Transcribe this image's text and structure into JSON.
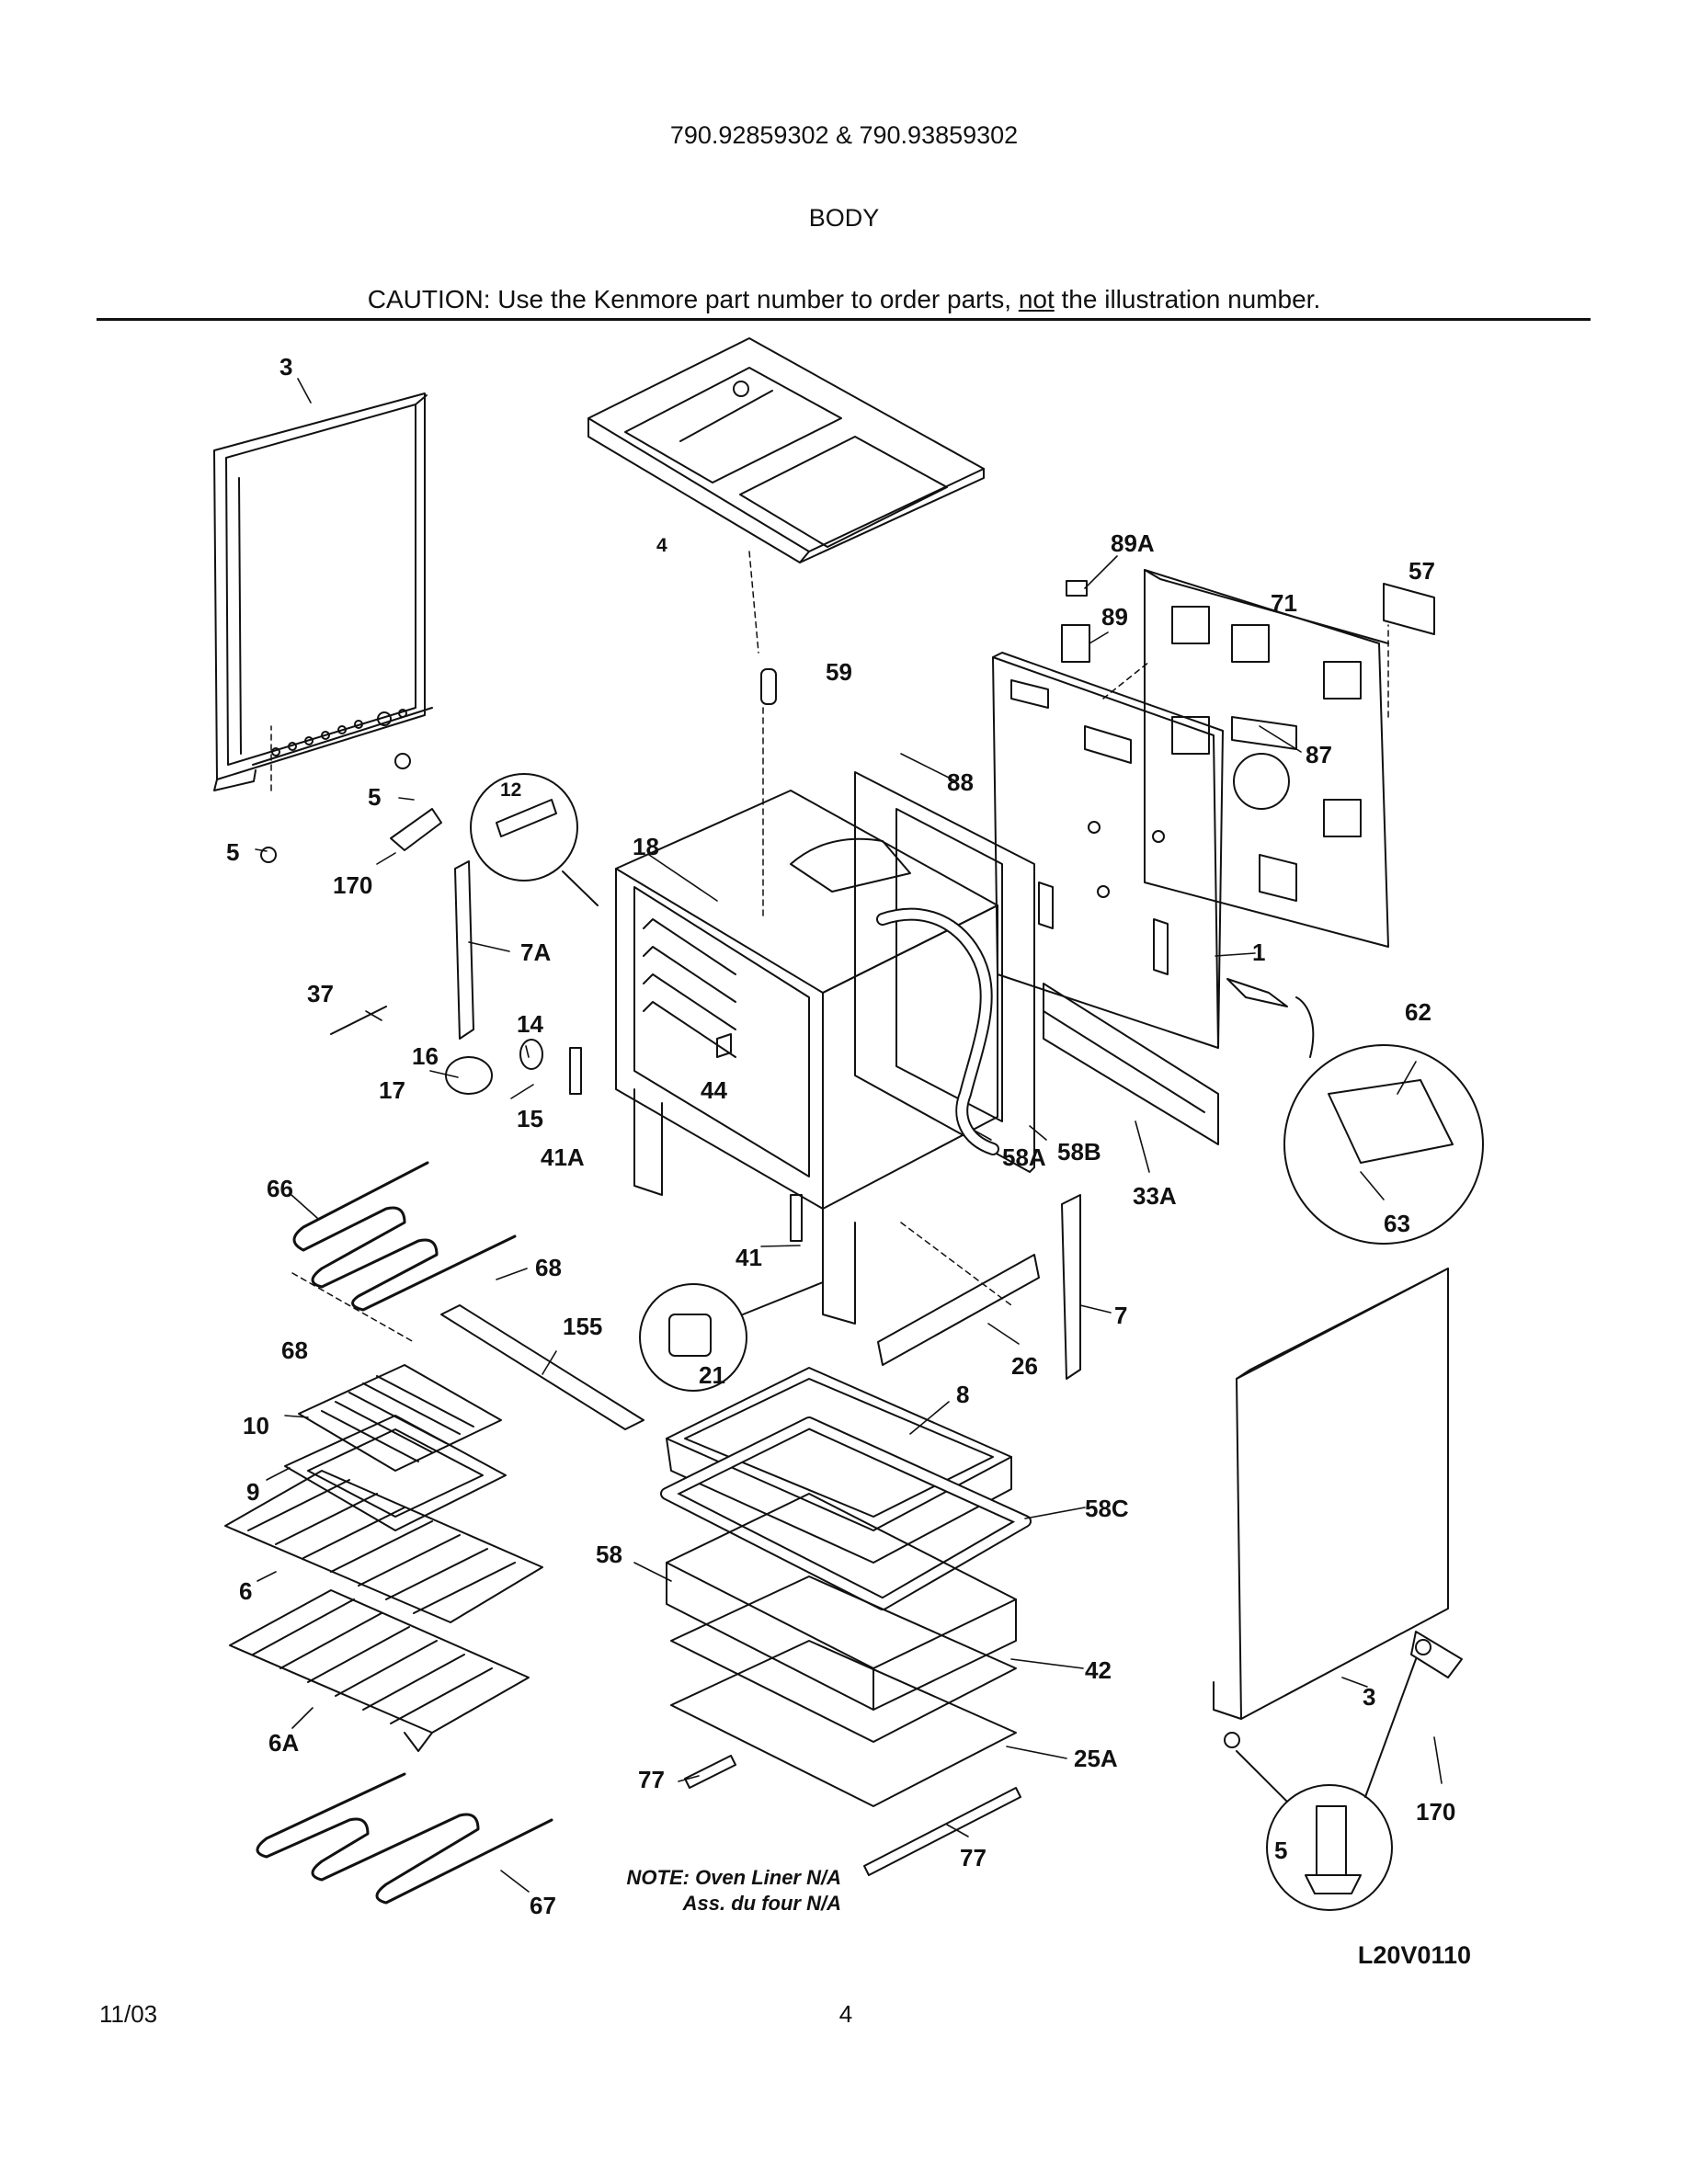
{
  "header": {
    "model_numbers": "790.92859302 & 790.93859302",
    "section_title": "BODY",
    "caution_prefix": "CAUTION: Use the Kenmore part number to order parts, ",
    "caution_underlined": "not",
    "caution_suffix": " the illustration number."
  },
  "callouts": {
    "c3_top": "3",
    "c4": "4",
    "c89A": "89A",
    "c89": "89",
    "c71": "71",
    "c57": "57",
    "c59": "59",
    "c88": "88",
    "c87": "87",
    "c12": "12",
    "c18": "18",
    "c5_a": "5",
    "c5_b": "5",
    "c170_left": "170",
    "c7A": "7A",
    "c1": "1",
    "c62": "62",
    "c37": "37",
    "c14": "14",
    "c16": "16",
    "c17": "17",
    "c15": "15",
    "c44": "44",
    "c41A": "41A",
    "c58A": "58A",
    "c58B": "58B",
    "c33A": "33A",
    "c63": "63",
    "c66": "66",
    "c68_a": "68",
    "c68_b": "68",
    "c41": "41",
    "c155": "155",
    "c21": "21",
    "c26": "26",
    "c7": "7",
    "c8": "8",
    "c10": "10",
    "c9": "9",
    "c58C": "58C",
    "c58": "58",
    "c6": "6",
    "c42": "42",
    "c3_right": "3",
    "c6A": "6A",
    "c25A": "25A",
    "c77_a": "77",
    "c77_b": "77",
    "c5_c": "5",
    "c170_right": "170",
    "c67": "67"
  },
  "notes": {
    "line1": "NOTE: Oven Liner N/A",
    "line2": "Ass. du four N/A"
  },
  "diagram_code": "L20V0110",
  "footer": {
    "date": "11/03",
    "page": "4"
  }
}
